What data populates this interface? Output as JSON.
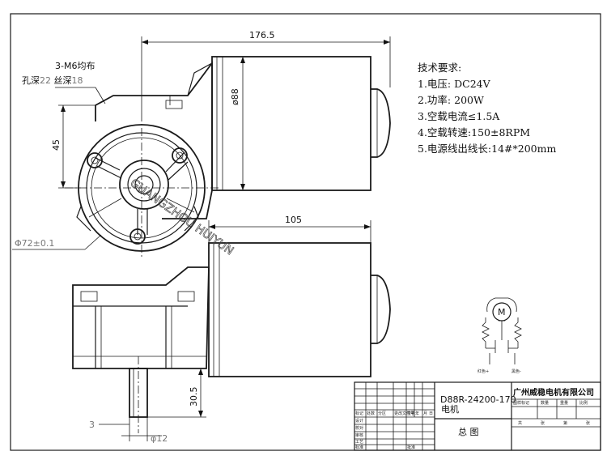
{
  "dimensions": {
    "total_length": "176.5",
    "body_diameter": "ø88",
    "mount_spacing": "45",
    "body_length": "105",
    "flange_diameter_prefix": "Φ72",
    "flange_diameter_tol": "±0.1",
    "shaft_height": "30.5",
    "shaft_diameter": "φ12",
    "key_offset": "3"
  },
  "mounting_note": {
    "line1": "3-M6均布",
    "line2_prefix": "孔深",
    "line2_v1": "22",
    "line2_mid": " 丝深",
    "line2_v2": "18"
  },
  "specs": {
    "title": "技术要求:",
    "items": [
      "1.电压: DC24V",
      "2.功率: 200W",
      "3.空载电流≤1.5A",
      "4.空载转速:150±8RPM",
      "5.电源线出线长:14#*200mm"
    ]
  },
  "wiring": {
    "motor_symbol": "M",
    "red_label": "红色+",
    "black_label": "黑色-"
  },
  "watermark": "GUANGZHOU HUIYUN",
  "title_block": {
    "company": "广州威稳电机有限公司",
    "model": "D88R-24200-170",
    "product": "电机",
    "drawing_type": "总  图",
    "row_labels": [
      "标记",
      "设计",
      "校对",
      "审核",
      "工艺",
      "标准"
    ],
    "header_cells": [
      "处数",
      "分区",
      "更改文件号",
      "签名",
      "年",
      "月",
      "日"
    ],
    "right_header": [
      "图样标记",
      "数量",
      "重量",
      "比例"
    ],
    "sheet_info": [
      "共",
      "张",
      "第",
      "张"
    ],
    "approve": "批准"
  }
}
